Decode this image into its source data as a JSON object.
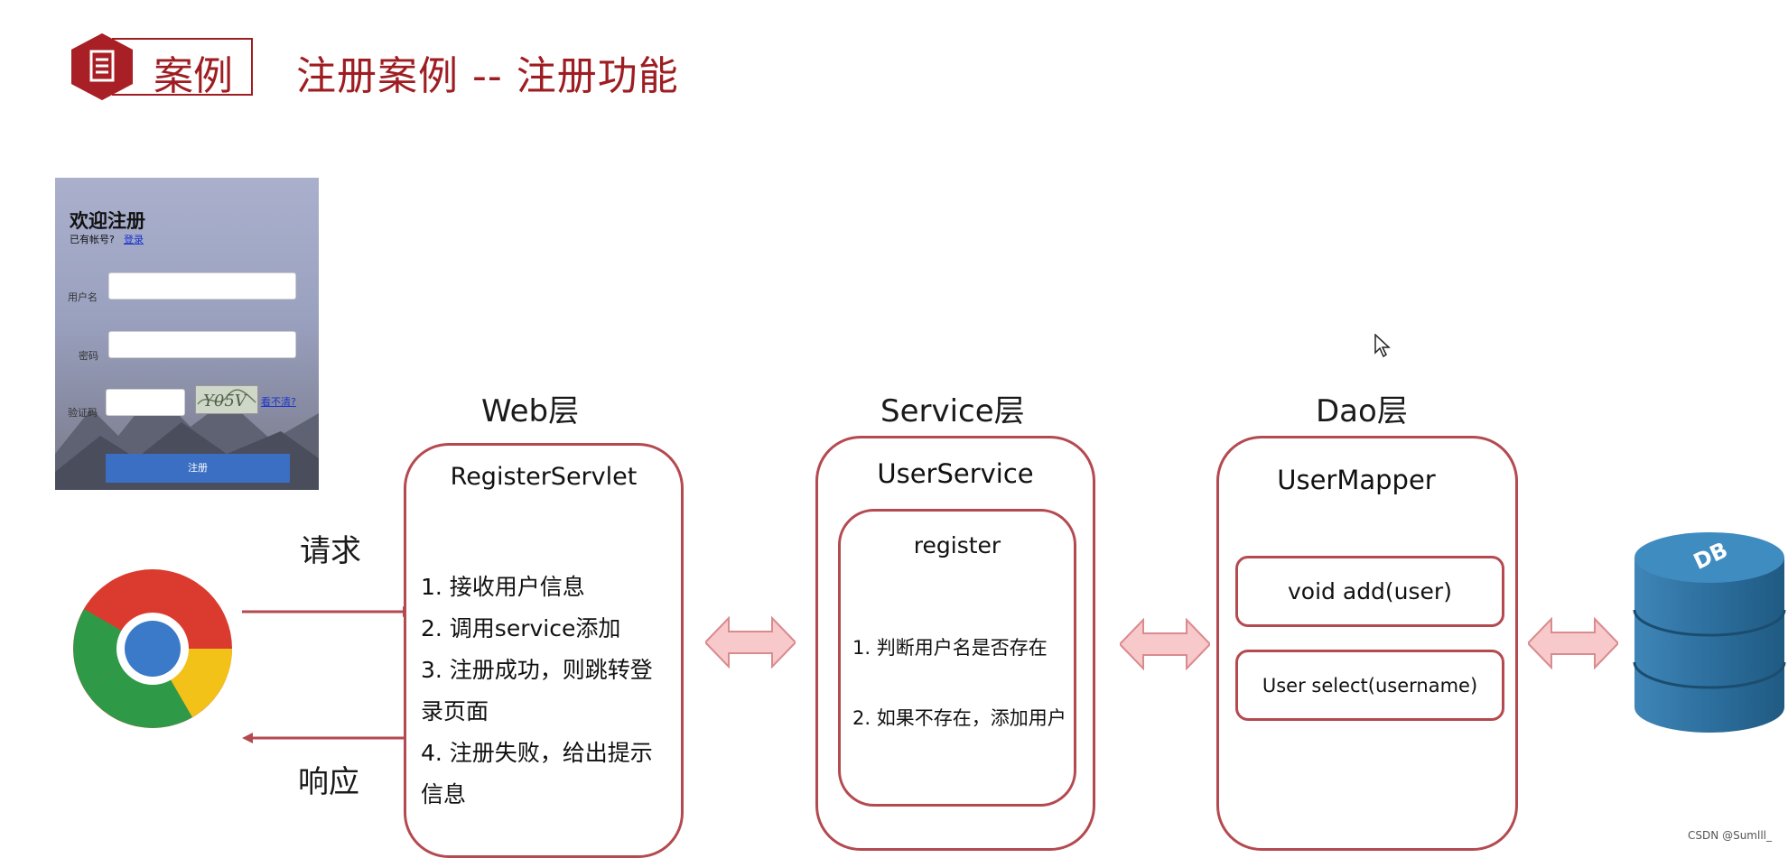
{
  "header": {
    "badge_label": "案例",
    "title": "注册案例 -- 注册功能",
    "badge_icon": "document-icon",
    "accent_color": "#9e1d22"
  },
  "form": {
    "title": "欢迎注册",
    "has_account_text": "已有帐号?",
    "login_link": "登录",
    "username_label": "用户名",
    "password_label": "密码",
    "captcha_label": "验证码",
    "captcha_text": "Y05V",
    "captcha_refresh": "看不清?",
    "submit_label": "注册"
  },
  "flow": {
    "request_label": "请求",
    "response_label": "响应"
  },
  "web": {
    "layer_title": "Web层",
    "box_title": "RegisterServlet",
    "steps": [
      "1. 接收用户信息",
      "2. 调用service添加",
      "3. 注册成功，则跳转登",
      "录页面",
      "4. 注册失败，给出提示",
      "信息"
    ]
  },
  "service": {
    "layer_title": "Service层",
    "box_title": "UserService",
    "method_title": "register",
    "steps": [
      "1. 判断用户名是否存在",
      "2. 如果不存在，添加用户"
    ]
  },
  "dao": {
    "layer_title": "Dao层",
    "box_title": "UserMapper",
    "methods": [
      "void add(user)",
      "User select(username)"
    ]
  },
  "database": {
    "label": "DB",
    "color": "#2f6f9a"
  },
  "watermark": "CSDN @Sumlll_"
}
